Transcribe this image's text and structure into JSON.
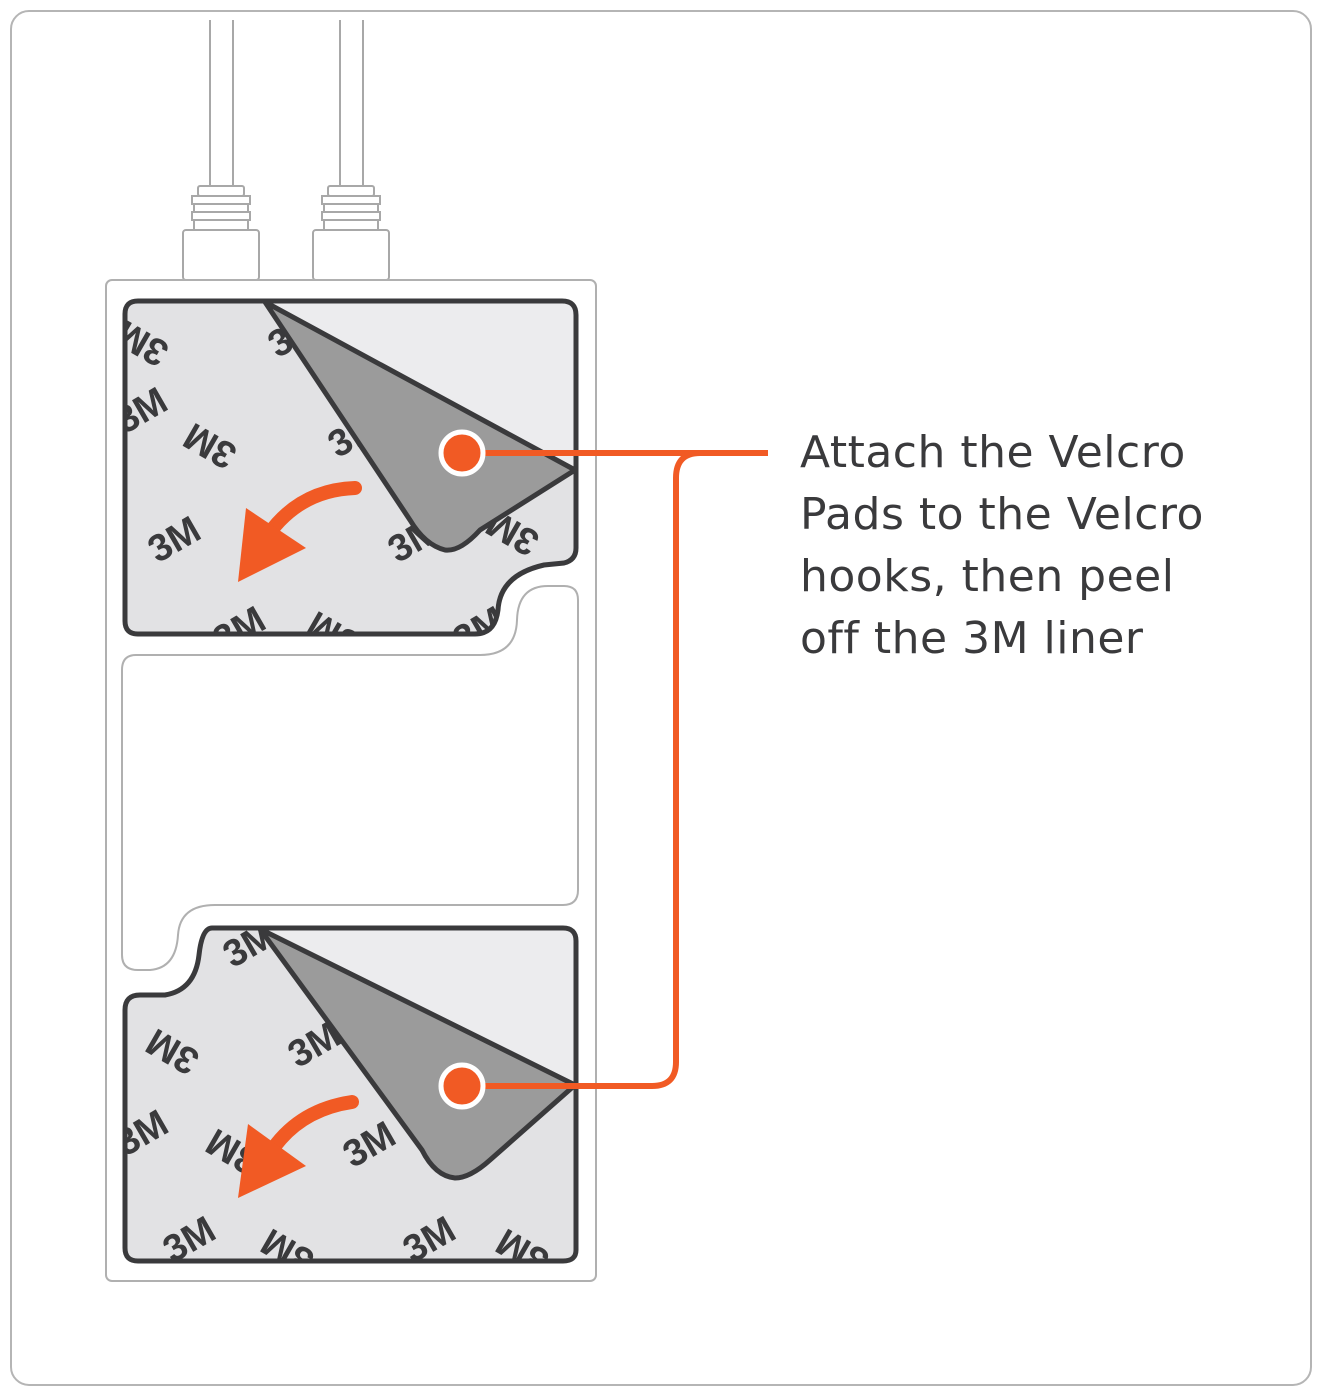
{
  "instruction": {
    "lines": [
      "Attach the Velcro",
      "Pads to the Velcro",
      "hooks, then peel",
      "off the 3M liner"
    ]
  },
  "liner_logo_text": "3M",
  "colors": {
    "accent": "#f15a24",
    "outline": "#3a3a3c",
    "device_outline": "#b0b0b0",
    "liner_fill": "#e2e2e4",
    "peeled_flap": "#9b9b9b",
    "exposed_pad": "#ececee"
  },
  "icons": [
    "cable",
    "connector",
    "velcro-pad",
    "peel-arrow-icon",
    "callout-dot"
  ]
}
